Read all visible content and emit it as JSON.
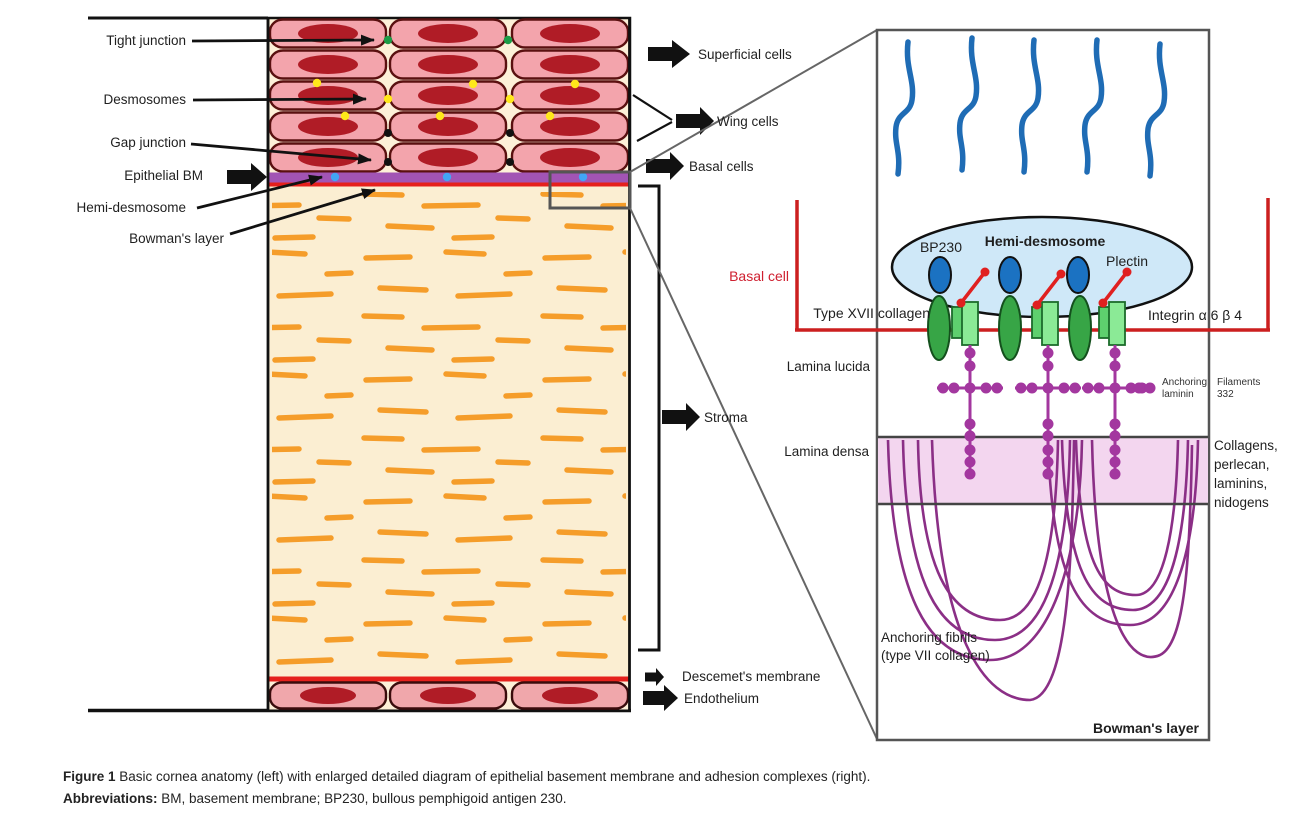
{
  "figure": {
    "left_diagram": {
      "pointer_labels": {
        "tight_junction": "Tight junction",
        "desmosomes": "Desmosomes",
        "gap_junction": "Gap junction",
        "epithelial_bm": "Epithelial BM",
        "hemi_desmosome": "Hemi-desmosome",
        "bowmans_layer": "Bowman's layer"
      },
      "layer_labels": {
        "superficial_cells": "Superficial cells",
        "wing_cells": "Wing cells",
        "basal_cells": "Basal cells",
        "stroma": "Stroma",
        "descemets_membrane": "Descemet's membrane",
        "endothelium": "Endothelium"
      }
    },
    "right_panel": {
      "basal_cell": "Basal cell",
      "bp230": "BP230",
      "hemi_desmosome": "Hemi-desmosome",
      "plectin": "Plectin",
      "type_xvii_collagen": "Type XVII collagen",
      "integrin": "Integrin α 6 β 4",
      "lamina_lucida": "Lamina lucida",
      "lamina_densa": "Lamina densa",
      "anchoring_laminin": [
        "Anchoring",
        "laminin"
      ],
      "filaments_332": [
        "Filaments",
        "332"
      ],
      "lamina_densa_components": [
        "Collagens,",
        "perlecan,",
        "laminins,",
        "nidogens"
      ],
      "anchoring_fibrils": [
        "Anchoring fibrils",
        "(type VII collagen)"
      ],
      "bowmans_layer": "Bowman's layer"
    },
    "caption": {
      "figure_label": "Figure 1",
      "figure_text": " Basic cornea anatomy (left) with enlarged detailed diagram of epithelial basement membrane and adhesion complexes (right).",
      "abbreviations_label": "Abbreviations:",
      "abbreviations_text": " BM, basement membrane; BP230, bullous pemphigoid antigen 230."
    },
    "colors": {
      "cell_pink": "#f3a4ac",
      "nucleus_red": "#b01c26",
      "cell_border": "#5a1010",
      "junction_gap_cream": "#fdf0d8",
      "epithelial_bm_purple": "#a254b4",
      "membrane_red": "#e5201c",
      "stroma_cream": "#fbeed2",
      "stroma_fiber_orange": "#f59d2a",
      "tight_junction_green": "#1d9b47",
      "desmosome_yellow": "#ffe81a",
      "hemidesmosome_blue": "#42a5f5",
      "keratin_blue": "#1f6cb5",
      "hd_plaque_fill": "#cfe8f8",
      "bp230_blue": "#1b72c2",
      "collagen_green": "#37a546",
      "integrin_green": "#8bea96",
      "laminin_purple": "#a3379f",
      "lamina_densa_pink": "#f3d6ef",
      "fibril_purple": "#8b2f86",
      "panel_border_gray": "#555555"
    }
  }
}
